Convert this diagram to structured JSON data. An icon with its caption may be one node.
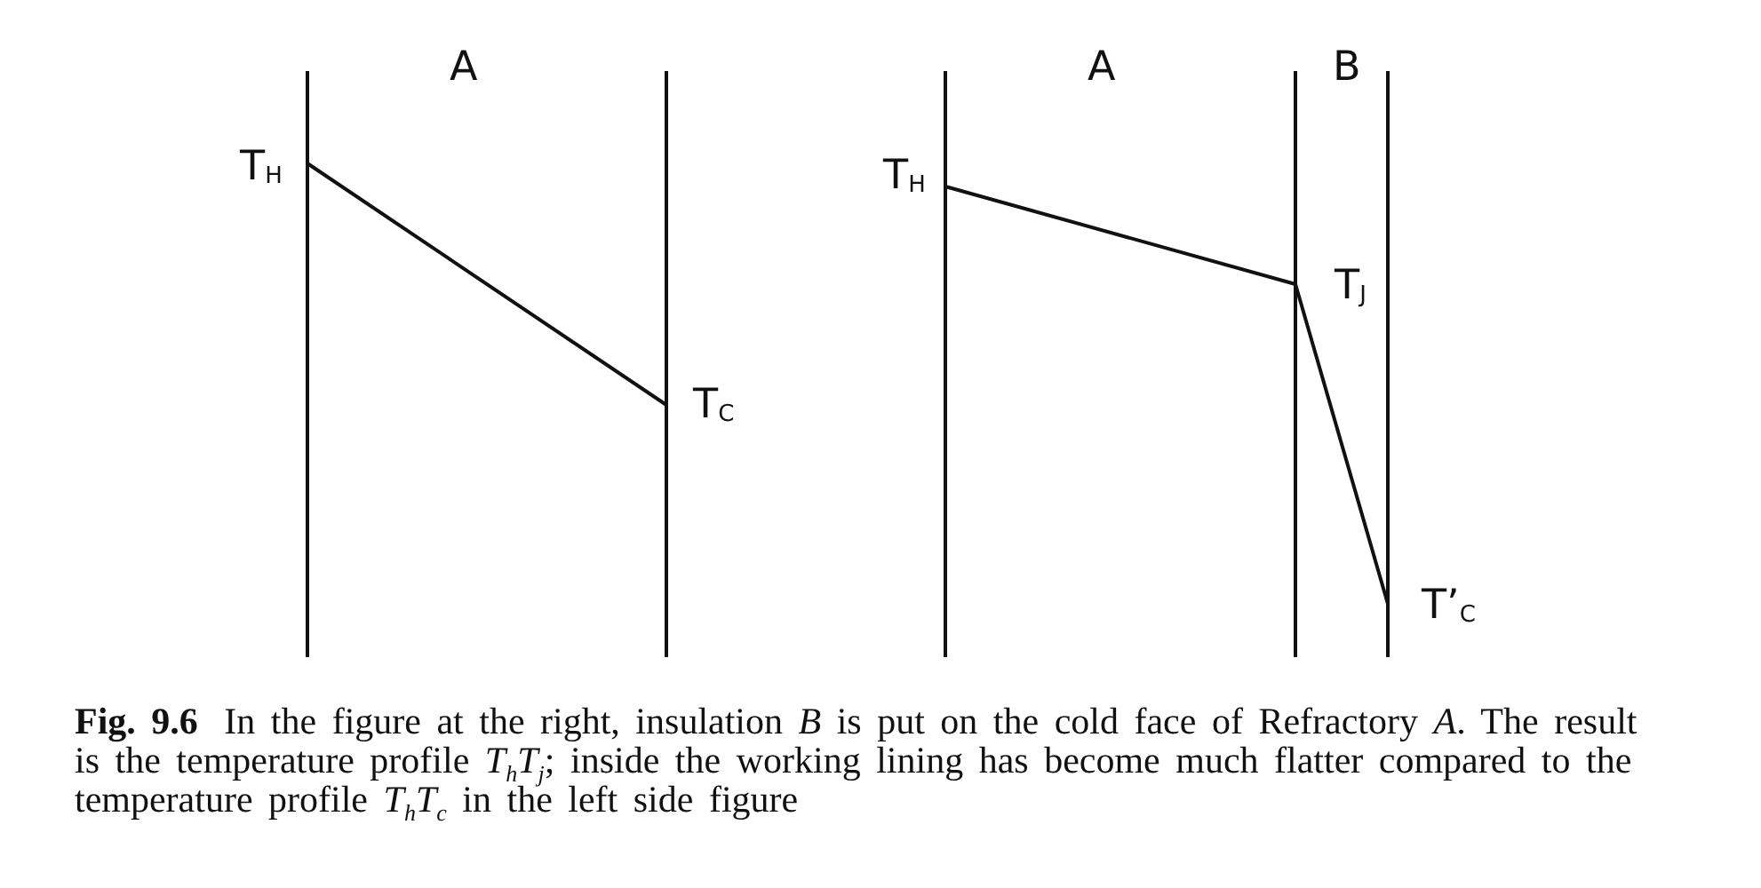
{
  "diagram": {
    "caption": "**Fig. 9.6** In the figure at the right, insulation *B* is put on the cold face of Refractory *A*. The result is the temperature profile *T*$_{h}$*T*$_{j}$; inside the working lining has become much flatter compared to the temperature profile *T*$_{h}$*T*$_{c}$ in the left side figure",
    "labels": [
      "A",
      "A",
      "B",
      "T$_{H}$",
      "T$_{H}$",
      "T$_{J}$",
      "T$_{C}$",
      "T’$_{C}$"
    ]
  }
}
